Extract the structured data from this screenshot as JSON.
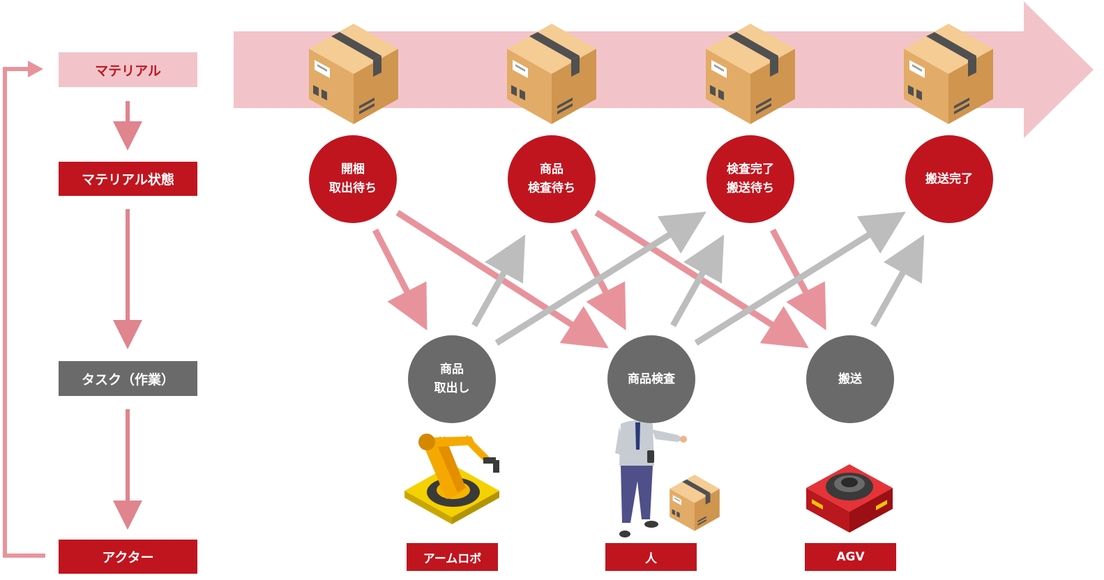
{
  "legend": {
    "material": "マテリアル",
    "material_state": "マテリアル状態",
    "task": "タスク（作業）",
    "actor": "アクター"
  },
  "states": [
    {
      "label": "開梱\n取出待ち"
    },
    {
      "label": "商品\n検査待ち"
    },
    {
      "label": "検査完了\n搬送待ち"
    },
    {
      "label": "搬送完了"
    }
  ],
  "tasks": [
    {
      "label": "商品\n取出し"
    },
    {
      "label": "商品検査"
    },
    {
      "label": "搬送"
    }
  ],
  "actors": [
    {
      "label": "アームロボ"
    },
    {
      "label": "人"
    },
    {
      "label": "AGV"
    }
  ],
  "colors": {
    "accent_red": "#c0151f",
    "pale_pink": "#f2c4ca",
    "arrow_pink": "#e0848e",
    "task_gray": "#6a6a6a",
    "arrow_gray": "#bdbdbd"
  }
}
